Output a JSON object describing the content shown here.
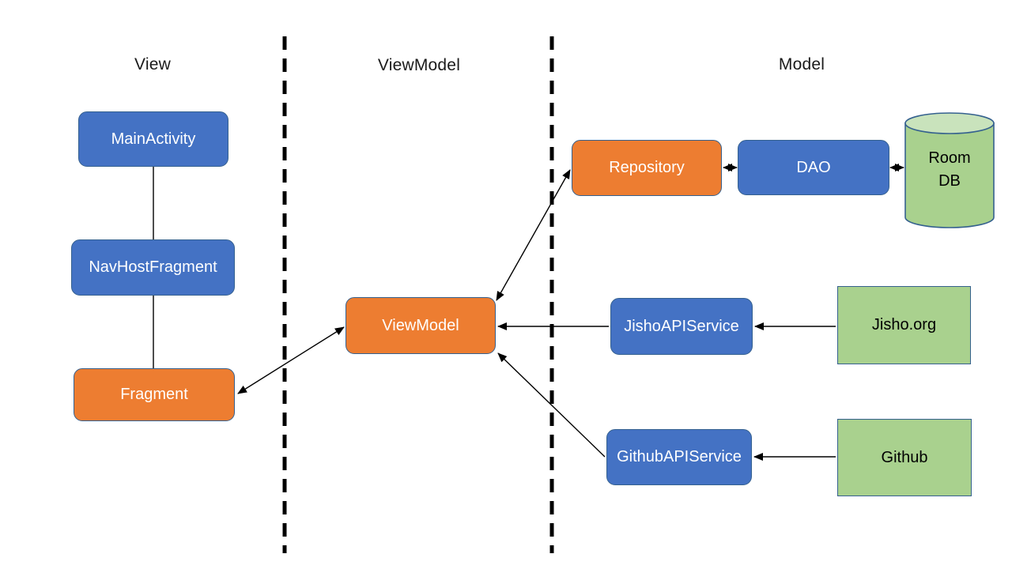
{
  "diagram": {
    "kind": "mvvm-architecture",
    "sections": [
      {
        "label": "View"
      },
      {
        "label": "ViewModel"
      },
      {
        "label": "Model"
      }
    ],
    "nodes": {
      "main_activity": {
        "label": "MainActivity",
        "section": "View",
        "shape": "rounded-rect",
        "fill": "#4472C4"
      },
      "nav_host_fragment": {
        "label": "NavHostFragment",
        "section": "View",
        "shape": "rounded-rect",
        "fill": "#4472C4"
      },
      "fragment": {
        "label": "Fragment",
        "section": "View",
        "shape": "rounded-rect",
        "fill": "#ED7D31"
      },
      "view_model": {
        "label": "ViewModel",
        "section": "ViewModel",
        "shape": "rounded-rect",
        "fill": "#ED7D31"
      },
      "repository": {
        "label": "Repository",
        "section": "Model",
        "shape": "rounded-rect",
        "fill": "#ED7D31"
      },
      "dao": {
        "label": "DAO",
        "section": "Model",
        "shape": "rounded-rect",
        "fill": "#4472C4"
      },
      "room_db": {
        "label": "Room\nDB",
        "section": "Model",
        "shape": "cylinder",
        "fill": "#A9D18E"
      },
      "jisho_api_service": {
        "label": "JishoAPIService",
        "section": "Model",
        "shape": "rounded-rect",
        "fill": "#4472C4"
      },
      "jisho_org": {
        "label": "Jisho.org",
        "section": "Model",
        "shape": "rect",
        "fill": "#A9D18E"
      },
      "github_api_service": {
        "label": "GithubAPIService",
        "section": "Model",
        "shape": "rounded-rect",
        "fill": "#4472C4"
      },
      "github": {
        "label": "Github",
        "section": "Model",
        "shape": "rect",
        "fill": "#A9D18E"
      }
    },
    "edges": [
      {
        "from": "MainActivity",
        "to": "NavHostFragment",
        "type": "line"
      },
      {
        "from": "NavHostFragment",
        "to": "Fragment",
        "type": "line"
      },
      {
        "from": "Fragment",
        "to": "ViewModel",
        "type": "bidirectional-arrow"
      },
      {
        "from": "ViewModel",
        "to": "Repository",
        "type": "bidirectional-arrow"
      },
      {
        "from": "Repository",
        "to": "DAO",
        "type": "bidirectional-arrow"
      },
      {
        "from": "DAO",
        "to": "Room DB",
        "type": "bidirectional-arrow"
      },
      {
        "from": "JishoAPIService",
        "to": "ViewModel",
        "type": "arrow"
      },
      {
        "from": "Jisho.org",
        "to": "JishoAPIService",
        "type": "arrow"
      },
      {
        "from": "GithubAPIService",
        "to": "ViewModel",
        "type": "arrow"
      },
      {
        "from": "Github",
        "to": "GithubAPIService",
        "type": "arrow"
      }
    ],
    "colors": {
      "blue_fill": "#4472C4",
      "orange_fill": "#ED7D31",
      "green_fill": "#A9D18E",
      "cylinder_top_fill": "#C9E3BC",
      "shape_border": "#35618F",
      "connector": "#000000"
    }
  }
}
